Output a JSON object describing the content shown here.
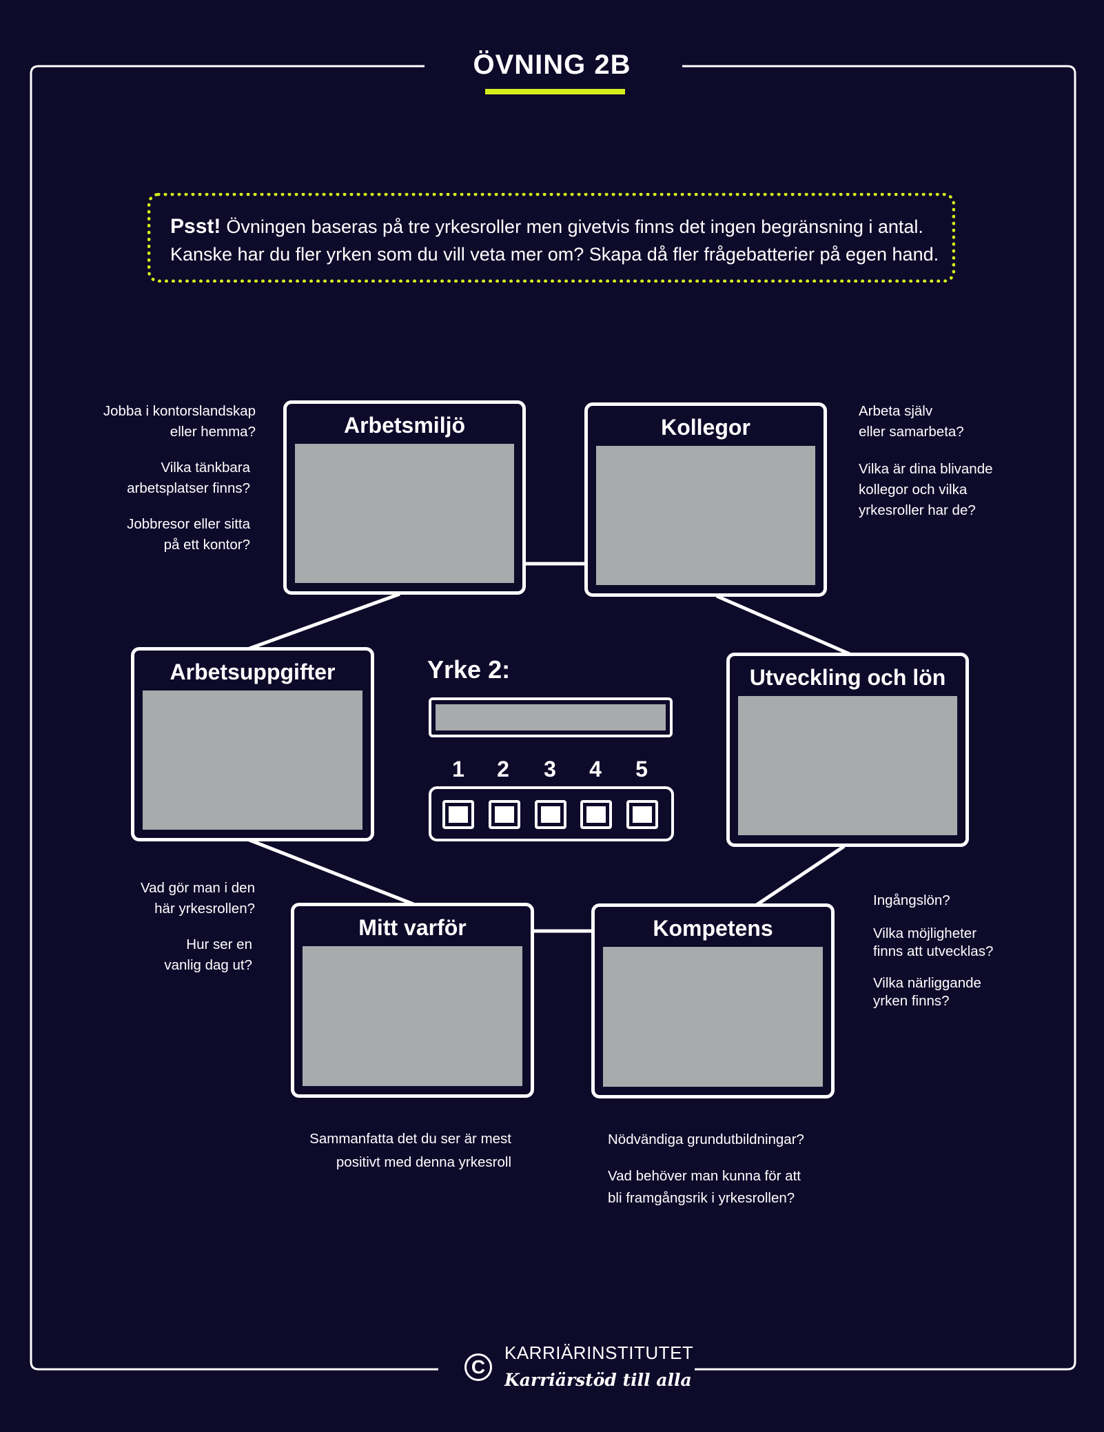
{
  "title": "ÖVNING 2B",
  "tip": {
    "head": "Psst!",
    "line1": "Övningen baseras på tre yrkesroller men givetvis finns det ingen begränsning i antal.",
    "line2": "Kanske har du fler yrken som du vill veta mer om? Skapa då fler frågebatterier på egen hand."
  },
  "cards": {
    "arbetsmiljo": "Arbetsmiljö",
    "kollegor": "Kollegor",
    "arbetsuppgifter": "Arbetsuppgifter",
    "utveckling": "Utveckling och lön",
    "mitt_varfor": "Mitt varför",
    "kompetens": "Kompetens"
  },
  "hints": {
    "arbetsmiljo": [
      "Jobba i kontorslandskap",
      "eller hemma?",
      "Vilka tänkbara",
      "arbetsplatser finns?",
      "Jobbresor eller sitta",
      "på ett kontor?"
    ],
    "kollegor": [
      "Arbeta själv",
      "eller samarbeta?",
      "Vilka är dina blivande",
      "kollegor och vilka",
      "yrkesroller har de?"
    ],
    "arbetsuppgifter": [
      "Vad gör man i den",
      "här yrkesrollen?",
      "Hur ser en",
      "vanlig dag ut?"
    ],
    "utveckling": [
      "Ingångslön?",
      "Vilka möjligheter",
      "finns att utvecklas?",
      "Vilka närliggande",
      "yrken finns?"
    ],
    "mitt_varfor": [
      "Sammanfatta det du ser är mest",
      "positivt med denna yrkesroll"
    ],
    "kompetens": [
      "Nödvändiga grundutbildningar?",
      "Vad behöver man kunna för att",
      "bli framgångsrik i yrkesrollen?"
    ]
  },
  "yrke": {
    "label": "Yrke 2:",
    "value": ""
  },
  "rating": [
    "1",
    "2",
    "3",
    "4",
    "5"
  ],
  "footer": {
    "logo_mark": "C",
    "brand": "KARRIÄRINSTITUTET",
    "tagline": "Karriärstöd till alla"
  },
  "colors": {
    "background": "#0e0a2a",
    "accent": "#d6ef1c",
    "panel_fill": "#a9aaac",
    "line": "#ffffff"
  }
}
